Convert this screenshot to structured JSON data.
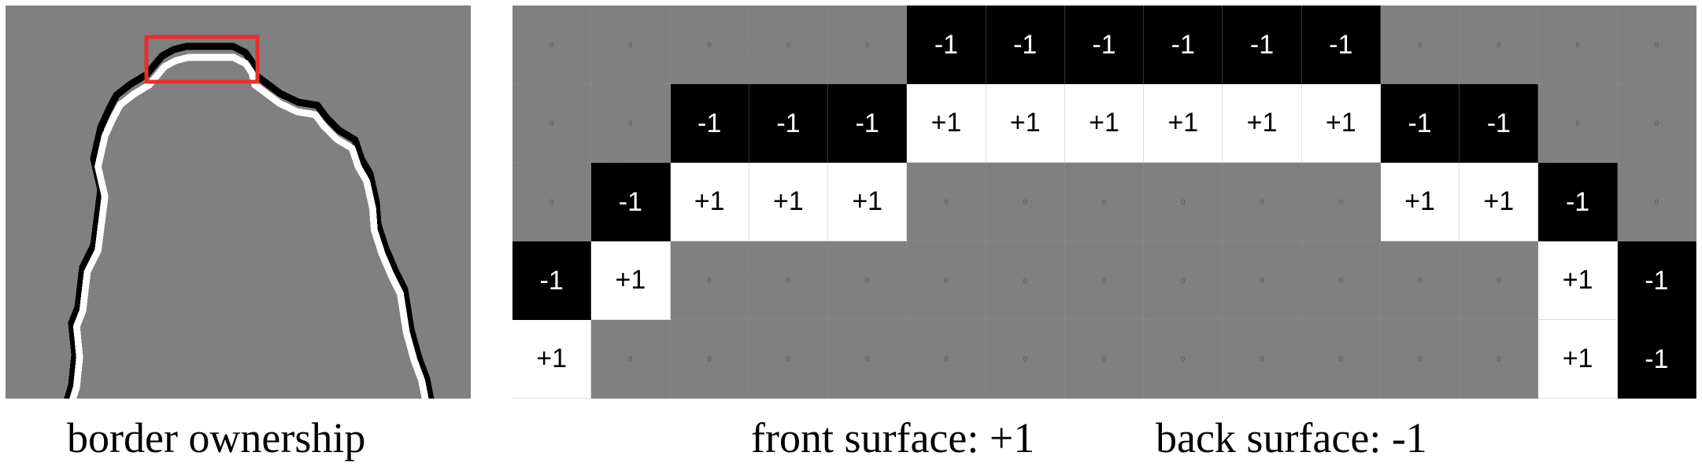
{
  "left_panel": {
    "caption": "border ownership",
    "highlight_color": "#e8302a"
  },
  "right_panel": {
    "grid": [
      [
        "0",
        "0",
        "0",
        "0",
        "0",
        "-1",
        "-1",
        "-1",
        "-1",
        "-1",
        "-1",
        "0",
        "0",
        "0",
        "0"
      ],
      [
        "0",
        "0",
        "-1",
        "-1",
        "-1",
        "+1",
        "+1",
        "+1",
        "+1",
        "+1",
        "+1",
        "-1",
        "-1",
        "0",
        "0"
      ],
      [
        "0",
        "-1",
        "+1",
        "+1",
        "+1",
        "0",
        "0",
        "0",
        "0",
        "0",
        "0",
        "+1",
        "+1",
        "-1",
        "0"
      ],
      [
        "-1",
        "+1",
        "0",
        "0",
        "0",
        "0",
        "0",
        "0",
        "0",
        "0",
        "0",
        "0",
        "0",
        "+1",
        "-1"
      ],
      [
        "+1",
        "0",
        "0",
        "0",
        "0",
        "0",
        "0",
        "0",
        "0",
        "0",
        "0",
        "0",
        "0",
        "+1",
        "-1"
      ]
    ],
    "front_label": "front surface: +1",
    "back_label": "back surface: -1"
  }
}
